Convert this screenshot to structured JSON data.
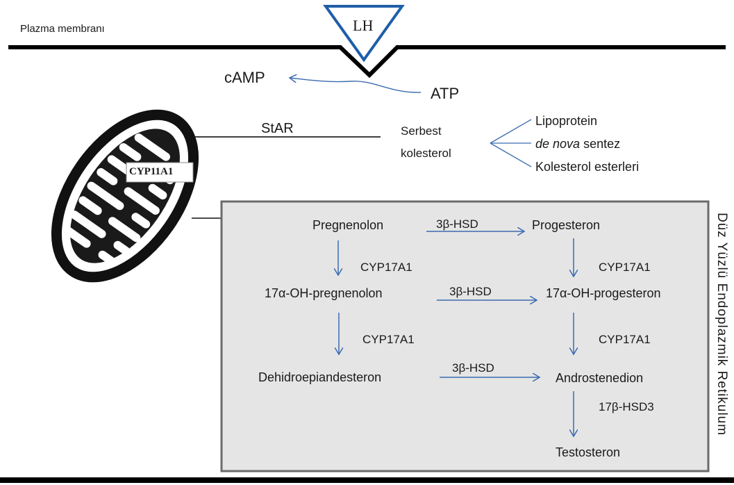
{
  "membrane_label": "Plazma membranı",
  "hormone": "LH",
  "second_messenger": "cAMP",
  "atp": "ATP",
  "transport_protein": "StAR",
  "free_cholesterol": [
    "Serbest",
    "kolesterol"
  ],
  "cholesterol_sources": [
    {
      "text": "Lipoprotein"
    },
    {
      "text_italic": "de nova",
      "text": " sentez"
    },
    {
      "text": "Kolesterol esterleri"
    }
  ],
  "mitochondrial_enzyme": "CYP11A1",
  "er_label": "Düz Yüzlü Endoplazmik Retikulum",
  "steroids": {
    "pregnenolone": "Pregnenolon",
    "progesterone": "Progesteron",
    "oh_pregnenolone": "17α-OH-pregnenolon",
    "oh_progesterone": "17α-OH-progesteron",
    "dhea": "Dehidroepiandesteron",
    "androstenedione": "Androstenedion",
    "testosterone": "Testosteron"
  },
  "enzymes": {
    "hsd3b": "3β-HSD",
    "cyp17": "CYP17A1",
    "hsd17b3": "17β-HSD3"
  },
  "colors": {
    "arrow_blue": "#3B6BB0",
    "triangle_blue": "#1F5EA8",
    "er_fill": "#E5E5E5",
    "er_border": "#6B6B6B",
    "text": "#1a1a1a"
  }
}
